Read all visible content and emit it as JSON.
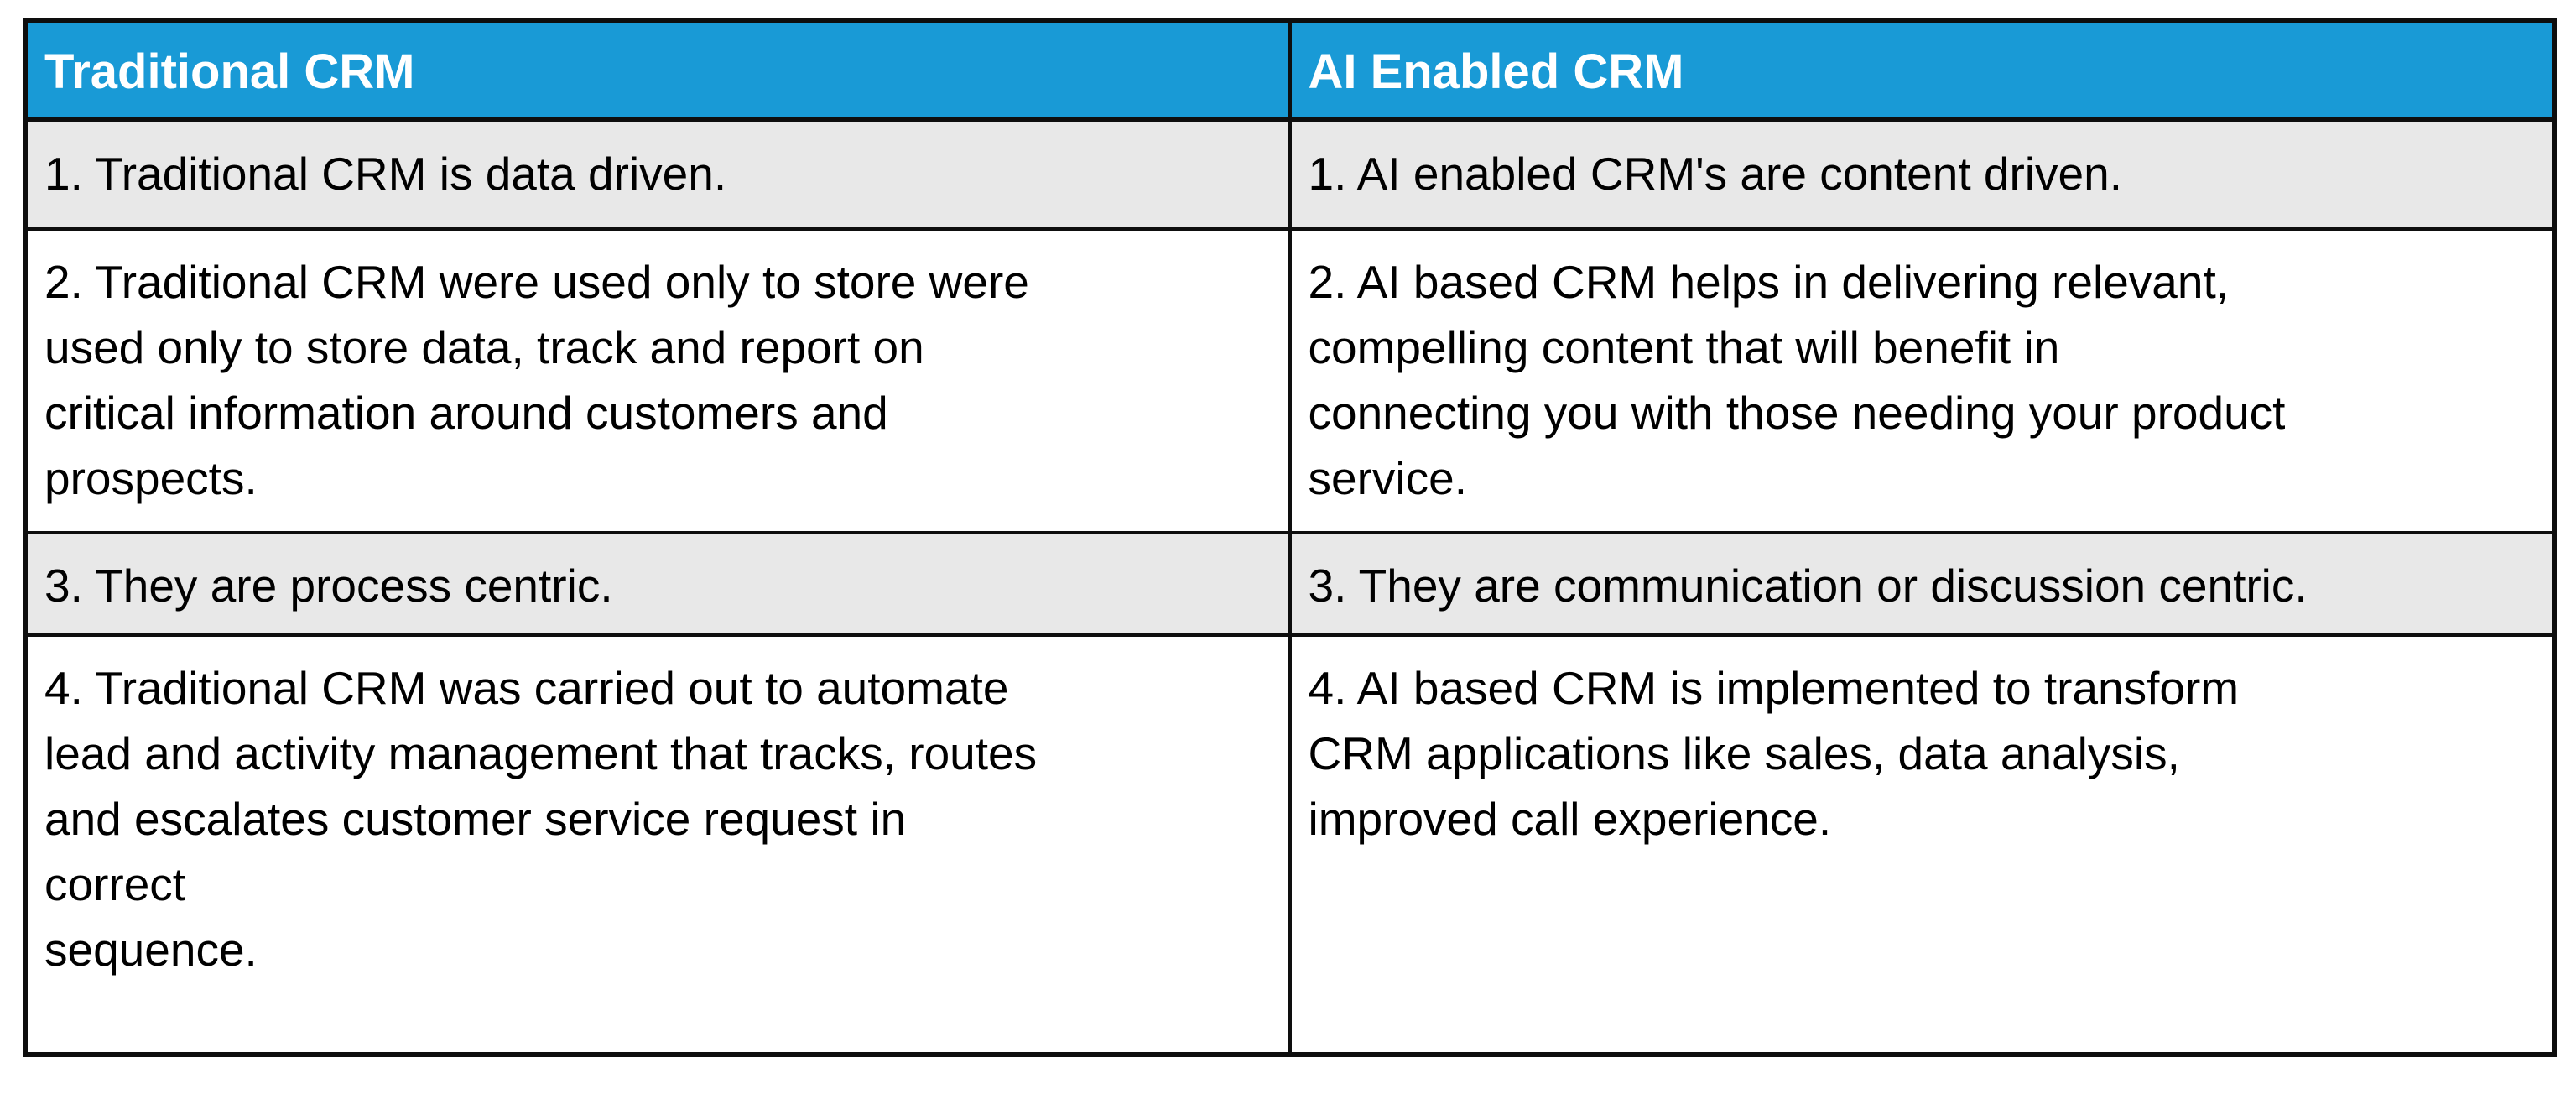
{
  "page": {
    "description": "Comparison table of Traditional CRM versus AI Enabled CRM",
    "background_color": "#ffffff"
  },
  "table": {
    "colors": {
      "header_background": "#199ad6",
      "header_text": "#ffffff",
      "banded_row_background": "#e8e8e8",
      "plain_row_background": "#ffffff",
      "border": "#0e0e0e",
      "body_text": "#000000"
    },
    "headers": [
      "Traditional CRM",
      "AI Enabled CRM"
    ],
    "rows": [
      [
        "1. Traditional CRM is data driven.",
        "1. AI enabled CRM's are content driven."
      ],
      [
        "2. Traditional CRM were used only to store were\nused only to store data, track and report on\ncritical information around customers and\nprospects.",
        "2. AI based CRM helps in delivering relevant,\ncompelling content that will benefit in\nconnecting you with those needing your product\nservice."
      ],
      [
        "3. They are process centric.",
        "3. They are communication or discussion centric."
      ],
      [
        "4. Traditional CRM was carried out to automate\nlead and activity management that tracks, routes\nand escalates customer service request in\ncorrect\nsequence.",
        "4. AI based CRM is implemented to transform\nCRM applications like sales, data analysis,\nimproved call experience."
      ]
    ]
  }
}
